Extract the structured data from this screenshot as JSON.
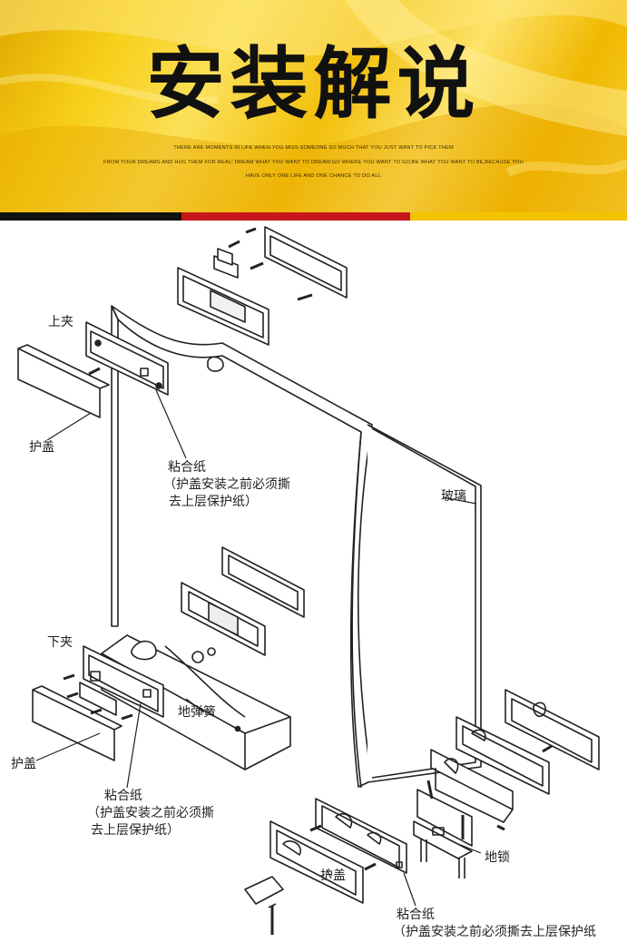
{
  "header": {
    "title": "安装解说",
    "tagline_1": "THERE ARE MOMENTS IN LIFE WHEN YOU MISS SOMEONE SO MUCH THAT YOU JUST WANT TO PICK THEM",
    "tagline_2": "FROM YOUR DREAMS AND HUG THEM FOR REAL! DREAM WHAT YOU WANT TO DREAM;GO WHERE YOU WANT TO GO;BE WHAT YOU WANT TO BE,BECAUSE YOU",
    "tagline_3": "HAVE ONLY ONE LIFE AND ONE CHANCE TO DO ALL",
    "colors": {
      "banner": "#f5c400",
      "stripe_black": "#111111",
      "stripe_red": "#c8161d",
      "stripe_yellow": "#f3c300"
    }
  },
  "labels": {
    "top_clamp": "上夹",
    "cover_1": "护盖",
    "adhesive_1_title": "粘合纸",
    "adhesive_1_line1": "（护盖安装之前必须撕",
    "adhesive_1_line2": "去上层保护纸）",
    "glass": "玻璃",
    "bottom_clamp": "下夹",
    "floor_spring": "地弹簧",
    "cover_2": "护盖",
    "adhesive_2_title": "粘合纸",
    "adhesive_2_line1": "（护盖安装之前必须撕",
    "adhesive_2_line2": "去上层保护纸）",
    "floor_lock": "地锁",
    "cover_3": "护盖",
    "adhesive_3_title": "粘合纸",
    "adhesive_3_line1": "（护盖安装之前必须撕去上层保护纸"
  }
}
